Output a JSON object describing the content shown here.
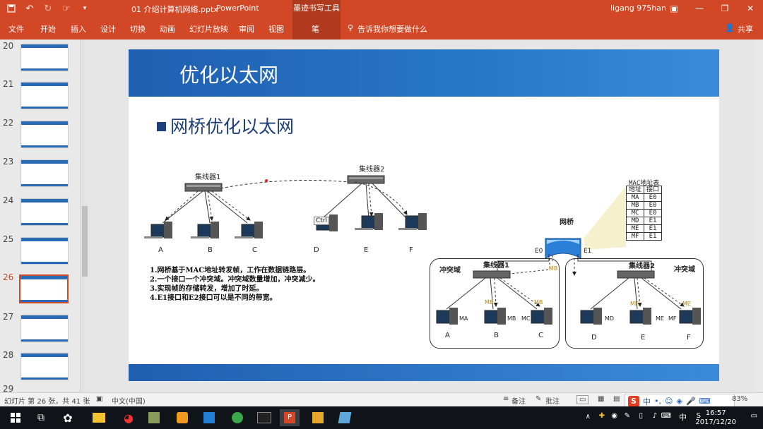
{
  "window": {
    "filename": "01 介绍计算机网络.pptx",
    "app": "PowerPoint",
    "context_tab_group": "墨迹书写工具",
    "user": "ligang 975han"
  },
  "ribbon": {
    "tabs": [
      "文件",
      "开始",
      "插入",
      "设计",
      "切换",
      "动画",
      "幻灯片放映",
      "审阅",
      "视图",
      "笔"
    ],
    "tell_me": "告诉我你想要做什么",
    "share": "共享"
  },
  "thumbnails": {
    "numbers": [
      "20",
      "21",
      "22",
      "23",
      "24",
      "25",
      "26",
      "27",
      "28",
      "29"
    ],
    "selected": "26"
  },
  "slide": {
    "title": "优化以太网",
    "subtitle": "网桥优化以太网",
    "hub1": "集线器1",
    "hub2": "集线器2",
    "ctrl_key": "Ctrl",
    "nodes_top": [
      "A",
      "B",
      "C",
      "D",
      "E",
      "F"
    ],
    "bullets": [
      "1.网桥基于MAC地址转发帧，工作在数据链路层。",
      "2.一个接口一个冲突域。冲突域数量增加，冲突减少。",
      "3.实现帧的存储转发，增加了时延。",
      "4.E1接口和E2接口可以是不同的带宽。"
    ],
    "bridge": "网桥",
    "port_e0": "E0",
    "port_e1": "E1",
    "mac_table": {
      "title": "MAC地址表",
      "headers": [
        "地址",
        "接口"
      ],
      "rows": [
        [
          "MA",
          "E0"
        ],
        [
          "MB",
          "E0"
        ],
        [
          "MC",
          "E0"
        ],
        [
          "MD",
          "E1"
        ],
        [
          "ME",
          "E1"
        ],
        [
          "MF",
          "E1"
        ]
      ]
    },
    "collision1": "冲突域",
    "collision2": "冲突域",
    "hub1b": "集线器1",
    "hub2b": "集线器2",
    "mb_label": "MB",
    "pc_macs": [
      "MA",
      "MB",
      "MC",
      "MD",
      "ME",
      "MF"
    ],
    "nodes_bottom": [
      "A",
      "B",
      "C",
      "D",
      "E",
      "F"
    ],
    "arrow_labels": [
      "MB",
      "MB",
      "ME",
      "ME"
    ]
  },
  "status": {
    "slide_info": "幻灯片 第 26 张，共 41 张",
    "language": "中文(中国)",
    "notes": "备注",
    "comments": "批注",
    "zoom": "83%"
  },
  "ime": {
    "lang": "中"
  },
  "taskbar": {
    "ime_lang": "中",
    "time": "16:57",
    "date": "2017/12/20"
  },
  "colors": {
    "accent": "#d24726",
    "slide_blue": "#1f5fb0",
    "taskbar": "#101418"
  }
}
